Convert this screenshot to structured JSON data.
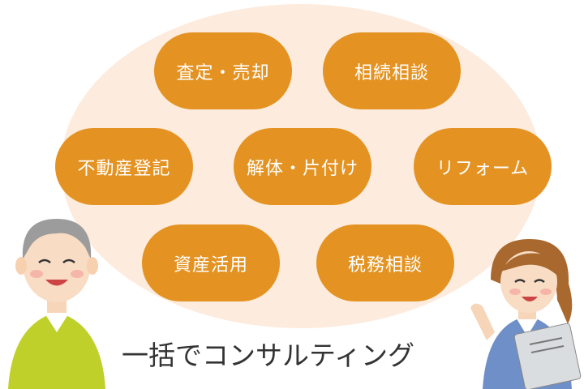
{
  "services": [
    {
      "label": "査定・売却"
    },
    {
      "label": "相続相談"
    },
    {
      "label": "不動産登記"
    },
    {
      "label": "解体・片付け"
    },
    {
      "label": "リフォーム"
    },
    {
      "label": "資産活用"
    },
    {
      "label": "税務相談"
    }
  ],
  "caption": "一括でコンサルティング",
  "colors": {
    "pill": "#E49322",
    "ellipse": "#FDEBDD",
    "text": "#333333"
  }
}
